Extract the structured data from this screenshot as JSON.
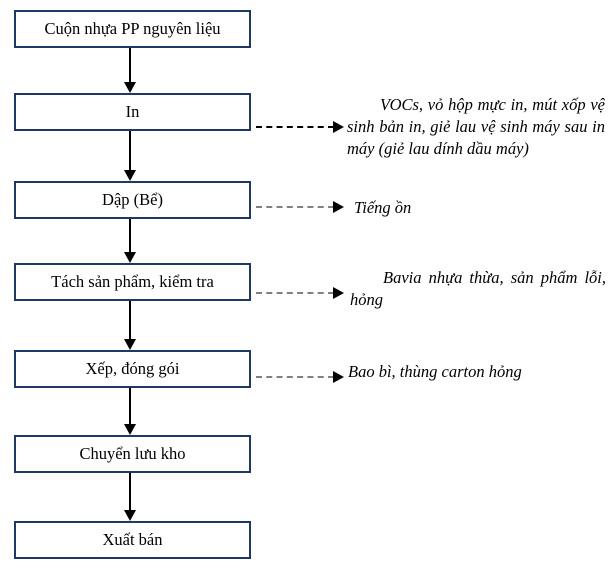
{
  "diagram": {
    "type": "flowchart",
    "direction": "top-to-bottom",
    "nodes": [
      {
        "id": "raw-material",
        "label": "Cuộn nhựa PP nguyên liệu"
      },
      {
        "id": "printing",
        "label": "In"
      },
      {
        "id": "stamping",
        "label": "Dập (Bể)"
      },
      {
        "id": "separation-inspection",
        "label": "Tách sản phẩm, kiểm tra"
      },
      {
        "id": "packing",
        "label": "Xếp, đóng gói"
      },
      {
        "id": "warehouse",
        "label": "Chuyển lưu kho"
      },
      {
        "id": "sale",
        "label": "Xuất bán"
      }
    ],
    "annotations": [
      {
        "for": "printing",
        "text": "VOCs, vỏ hộp mực in, mút xốp vệ sinh bản in, giẻ lau vệ sinh máy sau in máy (giẻ lau dính dầu máy)"
      },
      {
        "for": "stamping",
        "text": "Tiếng ồn"
      },
      {
        "for": "separation-inspection",
        "text": "Bavia nhựa thừa, sản phẩm lỗi, hỏng"
      },
      {
        "for": "packing",
        "text": "Bao bì, thùng carton hỏng"
      }
    ],
    "colors": {
      "box_border": "#1f3864",
      "text": "#000000",
      "solid_arrow": "#000000",
      "dashed_arrow_black": "#000000",
      "dashed_arrow_gray": "#808080"
    }
  }
}
